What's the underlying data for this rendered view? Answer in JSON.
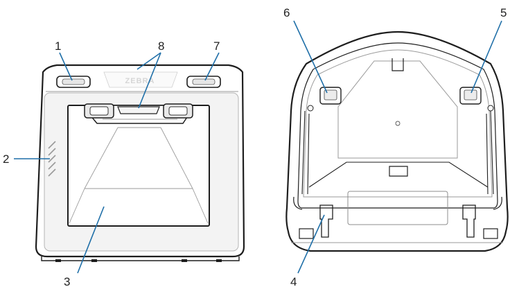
{
  "figure": {
    "left_view": {
      "callouts": [
        "1",
        "2",
        "3",
        "7",
        "8"
      ],
      "logo_text": "ZEBRA"
    },
    "right_view": {
      "callouts": [
        "4",
        "5",
        "6"
      ]
    }
  },
  "colors": {
    "leader_line": "#1f6fa8",
    "outline": "#1e1e1e",
    "panel_grey": "#f3f3f3",
    "window_grey": "#8c8c8c"
  }
}
